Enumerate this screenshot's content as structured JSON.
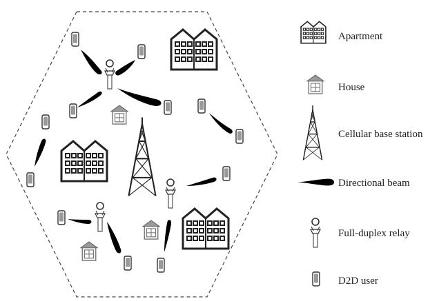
{
  "legend": {
    "items": [
      {
        "key": "apartment",
        "label": "Apartment",
        "icon": "apartment-icon"
      },
      {
        "key": "house",
        "label": "House",
        "icon": "house-icon"
      },
      {
        "key": "base_station",
        "label": "Cellular base station",
        "icon": "cell-tower-icon"
      },
      {
        "key": "beam",
        "label": "Directional beam",
        "icon": "beam-icon"
      },
      {
        "key": "relay",
        "label": "Full-duplex relay",
        "icon": "relay-icon"
      },
      {
        "key": "d2d",
        "label": "D2D user",
        "icon": "phone-icon"
      }
    ]
  },
  "colors": {
    "line": "#222222",
    "beam": "#000000",
    "house_roof": "#9a9a9a",
    "background": "#ffffff"
  }
}
